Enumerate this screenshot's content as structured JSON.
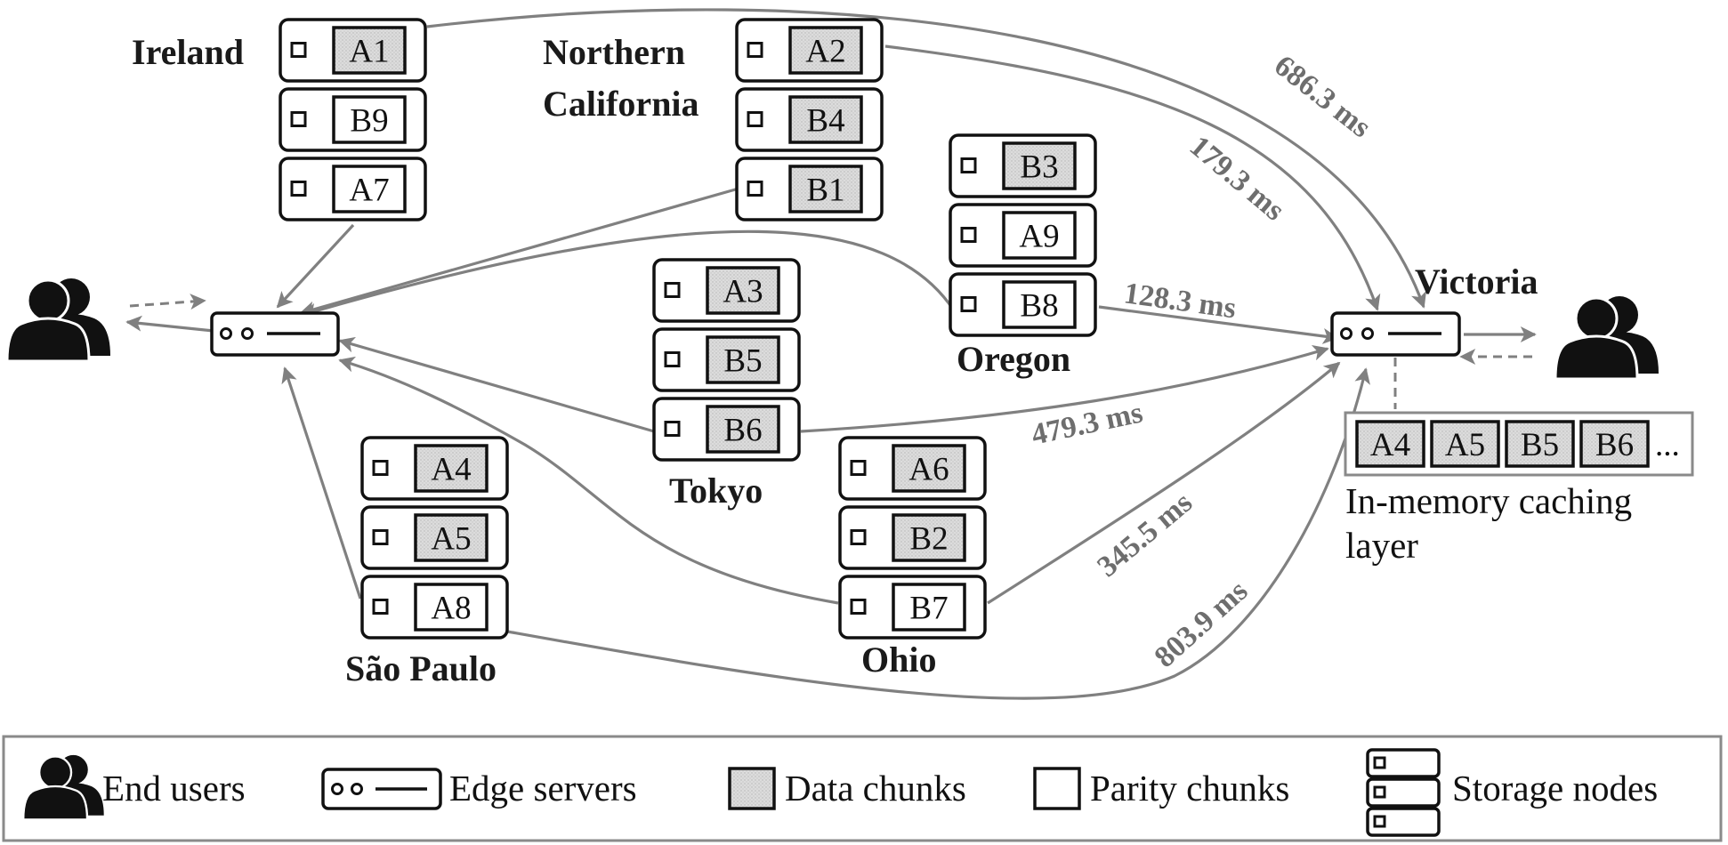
{
  "colors": {
    "data_chunk": "#dcdcdc",
    "parity_chunk": "#ffffff",
    "edge": "#808080",
    "ink": "#111111"
  },
  "sites": [
    {
      "name": "Ireland",
      "chunks": [
        {
          "id": "A1",
          "kind": "data"
        },
        {
          "id": "B9",
          "kind": "parity"
        },
        {
          "id": "A7",
          "kind": "parity"
        }
      ]
    },
    {
      "name": "Northern California",
      "name_lines": [
        "Northern",
        "California"
      ],
      "chunks": [
        {
          "id": "A2",
          "kind": "data"
        },
        {
          "id": "B4",
          "kind": "data"
        },
        {
          "id": "B1",
          "kind": "data"
        }
      ]
    },
    {
      "name": "Oregon",
      "chunks": [
        {
          "id": "B3",
          "kind": "data"
        },
        {
          "id": "A9",
          "kind": "parity"
        },
        {
          "id": "B8",
          "kind": "parity"
        }
      ]
    },
    {
      "name": "Tokyo",
      "chunks": [
        {
          "id": "A3",
          "kind": "data"
        },
        {
          "id": "B5",
          "kind": "data"
        },
        {
          "id": "B6",
          "kind": "data"
        }
      ]
    },
    {
      "name": "Ohio",
      "chunks": [
        {
          "id": "A6",
          "kind": "data"
        },
        {
          "id": "B2",
          "kind": "data"
        },
        {
          "id": "B7",
          "kind": "parity"
        }
      ]
    },
    {
      "name": "São Paulo",
      "chunks": [
        {
          "id": "A4",
          "kind": "data"
        },
        {
          "id": "A5",
          "kind": "data"
        },
        {
          "id": "A8",
          "kind": "parity"
        }
      ]
    }
  ],
  "client_site": "Victoria",
  "latencies": [
    "686.3 ms",
    "179.3 ms",
    "128.3 ms",
    "479.3 ms",
    "345.5 ms",
    "803.9 ms"
  ],
  "cache": {
    "chunks": [
      "A4",
      "A5",
      "B5",
      "B6"
    ],
    "ellipsis": "...",
    "caption_lines": [
      "In-memory caching",
      "layer"
    ]
  },
  "legend": {
    "end_users": "End users",
    "edge_servers": "Edge servers",
    "data_chunks": "Data chunks",
    "parity_chunks": "Parity chunks",
    "storage_nodes": "Storage nodes"
  }
}
